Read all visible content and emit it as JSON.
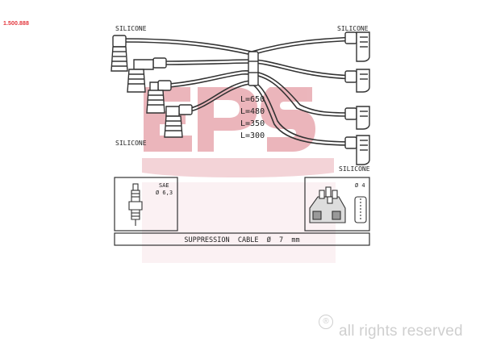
{
  "part_number": "1.500.888",
  "watermark": {
    "brand_color": "#e8a9b0",
    "rights_text": "all rights reserved",
    "registered_symbol": "®"
  },
  "labels": {
    "silicone_top_left": "SILICONE",
    "silicone_top_right": "SILICONE",
    "silicone_mid_left": "SILICONE",
    "silicone_mid_right": "SILICONE"
  },
  "lengths": [
    "L=650",
    "L=480",
    "L=350",
    "L=300"
  ],
  "spark_plug_box": {
    "standard": "SAE",
    "diameter": "Ø 6,3"
  },
  "coil_box": {
    "diameter": "Ø 4"
  },
  "cable_spec": "SUPPRESSION  CABLE  Ø  7  mm",
  "colors": {
    "line": "#333333",
    "part_number": "#e3343a",
    "rights_text": "#cfcfcf"
  }
}
